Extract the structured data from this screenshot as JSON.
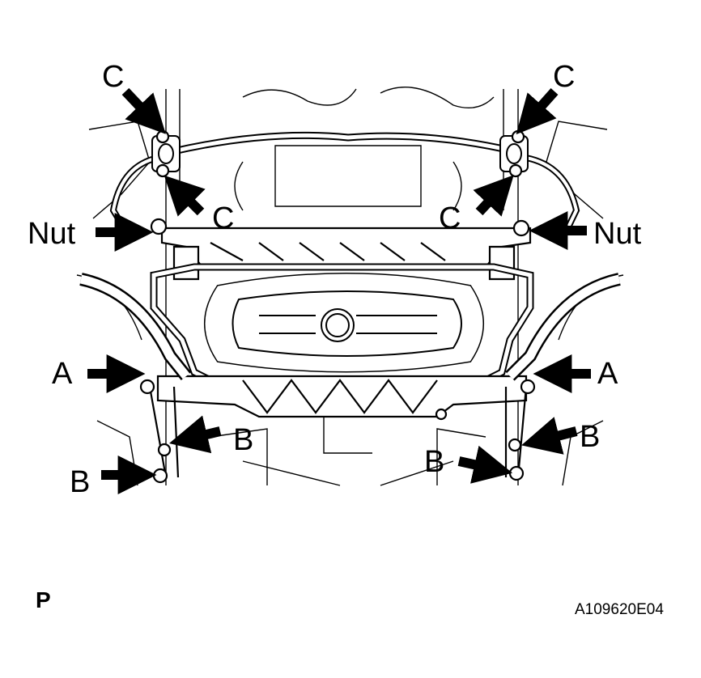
{
  "labels": {
    "c_top_left": "C",
    "c_top_right": "C",
    "c_mid_left": "C",
    "c_mid_right": "C",
    "nut_left": "Nut",
    "nut_right": "Nut",
    "a_left": "A",
    "a_right": "A",
    "b_left_upper": "B",
    "b_left_lower": "B",
    "b_right_upper": "B",
    "b_right_lower": "B"
  },
  "view_label": "P",
  "figure_code": "A109620E04",
  "colors": {
    "ink": "#000000",
    "paper": "#ffffff"
  },
  "icons": {
    "pointer": "arrow-icon",
    "fastener": "bolt-icon"
  }
}
